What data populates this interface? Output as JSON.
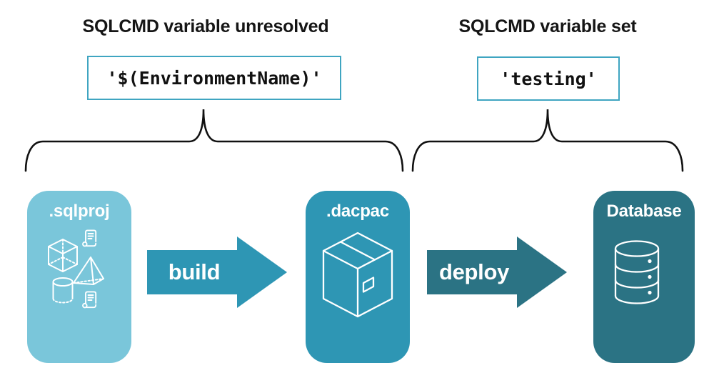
{
  "diagram": {
    "groups": [
      {
        "heading": "SQLCMD variable unresolved",
        "code_value": "'$(EnvironmentName)'"
      },
      {
        "heading": "SQLCMD variable set",
        "code_value": "'testing'"
      }
    ],
    "nodes": [
      {
        "label": ".sqlproj",
        "color": "#7ac6da",
        "icon": "sql-objects-icons"
      },
      {
        "label": ".dacpac",
        "color": "#2e96b4",
        "icon": "package-box-icon"
      },
      {
        "label": "Database",
        "color": "#2b7384",
        "icon": "database-cylinder-icon"
      }
    ],
    "arrows": [
      {
        "label": "build",
        "color": "#2e96b4"
      },
      {
        "label": "deploy",
        "color": "#2b7384"
      }
    ],
    "colors": {
      "node_light_blue": "#7ac6da",
      "node_teal": "#2e96b4",
      "node_dark_teal": "#2b7384",
      "code_box_border": "#3fa5c1",
      "heading_text": "#151515",
      "brace_stroke": "#111111",
      "background": "#ffffff"
    }
  }
}
